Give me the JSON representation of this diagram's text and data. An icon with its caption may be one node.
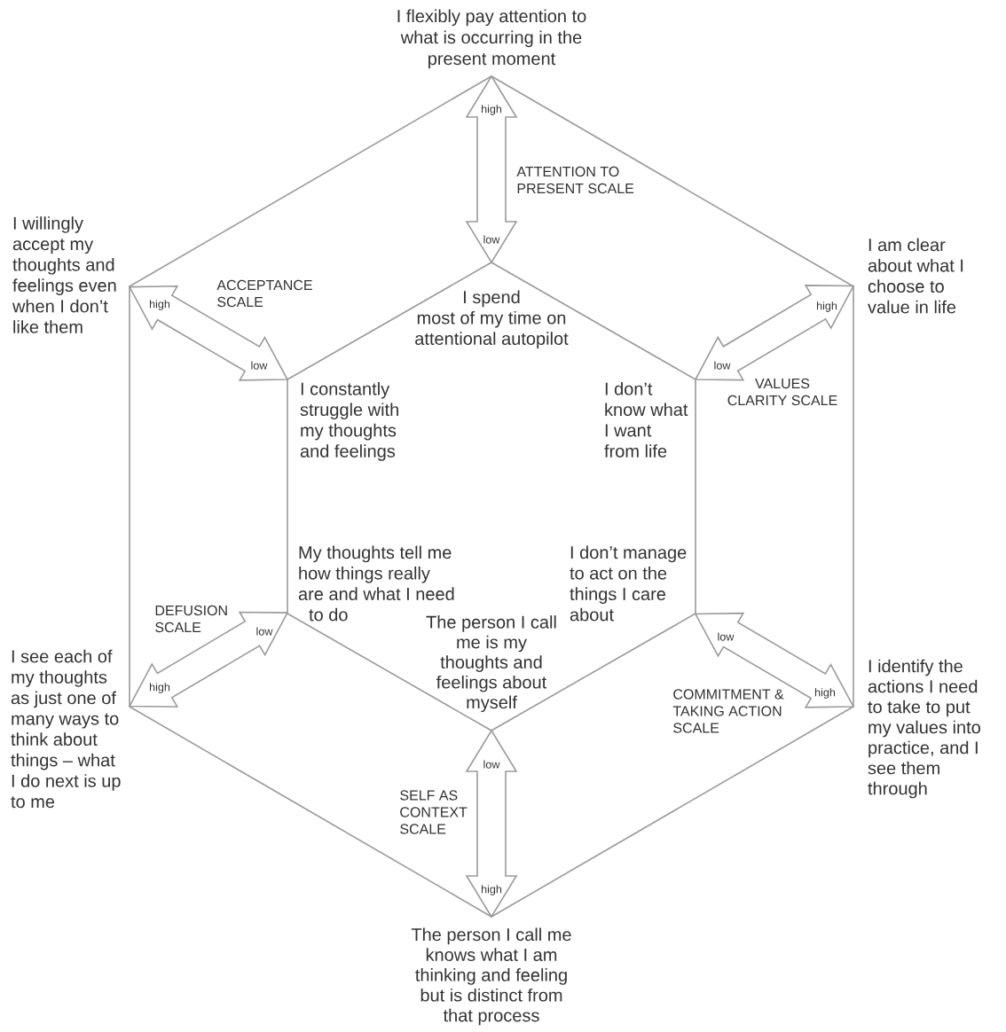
{
  "diagram": {
    "nodes": [
      {
        "text": [],
        "shape": "hexagon"
      },
      {
        "text": [
          "I flexibly pay attention to what is occurring in the present moment"
        ]
      },
      {
        "text": [
          "I willingly accept my thoughts and feelings even when I don’t like them"
        ]
      },
      {
        "text": [
          "I am clear about what I choose to value in life"
        ]
      },
      {
        "text": [],
        "shape": "hexagon",
        "in": 0
      },
      {
        "text": [
          "I spend most of my time on attentional autopilot"
        ],
        "in": 4
      },
      {
        "text": [
          "I constantly struggle with my thoughts and feelings"
        ],
        "in": 4
      },
      {
        "text": [
          "I don’t know what I want from life"
        ],
        "in": 4
      },
      {
        "text": [
          "My thoughts tell me how things really are and what I need to do"
        ],
        "in": 4
      },
      {
        "text": [
          "I don’t manage to act on the things I care about"
        ],
        "in": 4
      },
      {
        "text": [
          "The person I call me is my thoughts and feelings about myself"
        ],
        "in": 4
      },
      {
        "text": [
          "I see each of my thoughts as just one of many ways to think about things – what I do next is up to me"
        ]
      },
      {
        "text": [
          "I identify the actions I need to take to put my values into practice, and I see them through"
        ]
      },
      {
        "text": [
          "The person I call me knows what I am thinking and feeling but is distinct from that process"
        ]
      }
    ],
    "edges": [
      {
        "from": 1,
        "to": 5,
        "arrow": "both",
        "label": "ATTENTION TO PRESENT SCALE"
      },
      {
        "from": 2,
        "to": 6,
        "arrow": "both",
        "label": "ACCEPTANCE SCALE"
      },
      {
        "from": 3,
        "to": 7,
        "arrow": "both",
        "label": "VALUES CLARITY SCALE"
      },
      {
        "from": 11,
        "to": 8,
        "arrow": "both",
        "label": "DEFUSION SCALE"
      },
      {
        "from": 12,
        "to": 9,
        "arrow": "both",
        "label": "COMMITMENT & TAKING ACTION SCALE"
      },
      {
        "from": 13,
        "to": 10,
        "arrow": "both",
        "label": "SELF AS CONTEXT SCALE"
      }
    ],
    "labels": [
      "high",
      "low",
      "high",
      "high",
      "low",
      "low",
      "low",
      "low",
      "high",
      "high",
      "low",
      "high"
    ]
  }
}
